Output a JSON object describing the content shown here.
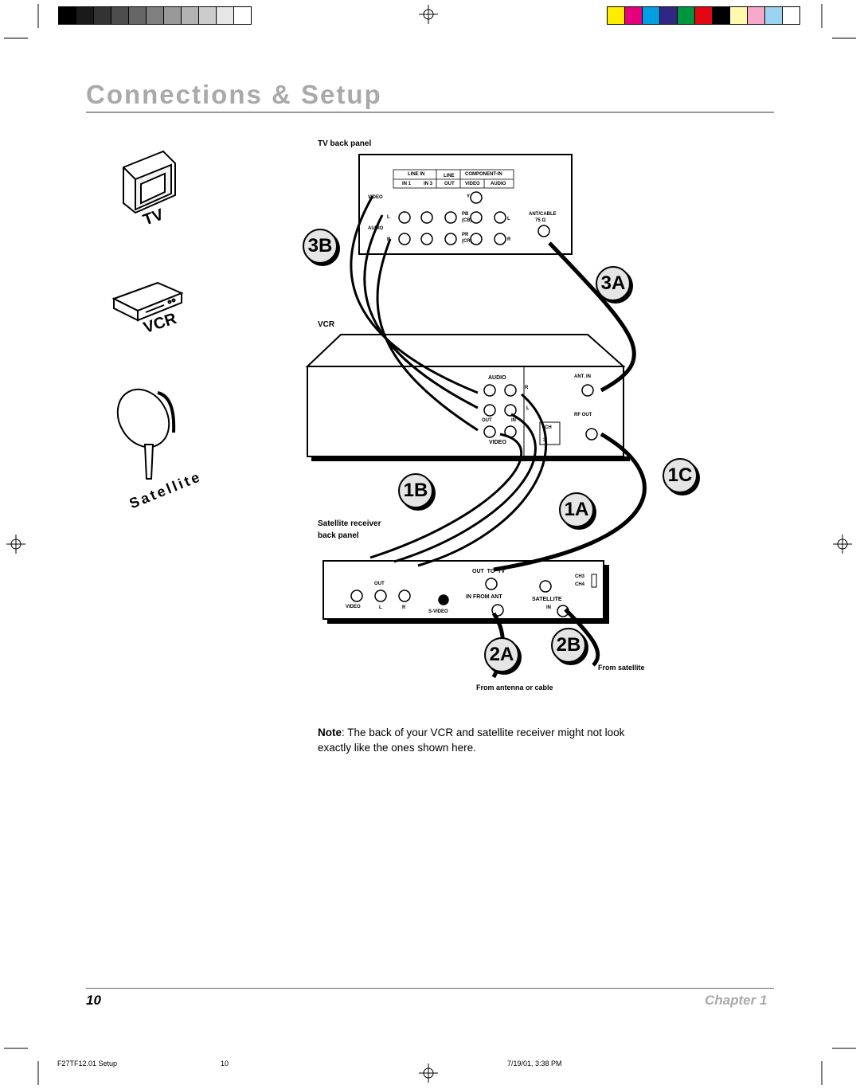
{
  "header": {
    "title": "Connections & Setup"
  },
  "devices": {
    "tv": "TV",
    "vcr": "VCR",
    "satellite": "Satellite"
  },
  "tv_panel": {
    "caption": "TV back panel",
    "line_in": "LINE IN",
    "line": "LINE",
    "component_in": "COMPONENT-IN",
    "in1": "IN 1",
    "in3": "IN 3",
    "out": "OUT",
    "video": "VIDEO",
    "audio": "AUDIO",
    "row_video": "VIDEO",
    "row_l": "L",
    "row_audio": "AUDIO",
    "row_r": "R",
    "y": "Y",
    "pb": "PB",
    "cb": "(CB)",
    "pr": "PR",
    "cr": "(CR)",
    "l2": "L",
    "r2": "R",
    "ant_cable": "ANT/CABLE",
    "ohm": "75 Ω"
  },
  "vcr_panel": {
    "caption": "VCR",
    "audio": "AUDIO",
    "r": "R",
    "l": "L",
    "out": "OUT",
    "in": "IN",
    "video": "VIDEO",
    "ch": "CH",
    "three": "3",
    "ant_in": "ANT. IN",
    "rf_out": "RF OUT"
  },
  "sat_panel": {
    "caption_1": "Satellite receiver",
    "caption_2": "back panel",
    "out": "OUT",
    "video": "VIDEO",
    "l": "L",
    "r": "R",
    "svideo": "S-VIDEO",
    "out_to_tv": "OUT  TO  TV",
    "in_from_ant": "IN FROM ANT",
    "satellite": "SATELLITE",
    "in": "IN",
    "ch3": "CH3",
    "ch4": "CH4"
  },
  "steps": {
    "s3b": "3B",
    "s3a": "3A",
    "s1b": "1B",
    "s1c": "1C",
    "s1a": "1A",
    "s2a": "2A",
    "s2b": "2B"
  },
  "labels": {
    "from_satellite": "From satellite",
    "from_antenna": "From antenna or cable"
  },
  "note": {
    "bold": "Note",
    "text": ": The back of your VCR and satellite receiver might not look exactly like the ones shown here."
  },
  "footer": {
    "page_number": "10",
    "chapter": "Chapter 1",
    "file": "F27TF12.01 Setup",
    "page": "10",
    "date": "7/19/01, 3:38 PM"
  },
  "colors": {
    "title": "#a9a9a9",
    "chapter": "#a9a9a9",
    "badge_fill": "#e5e5e5"
  }
}
